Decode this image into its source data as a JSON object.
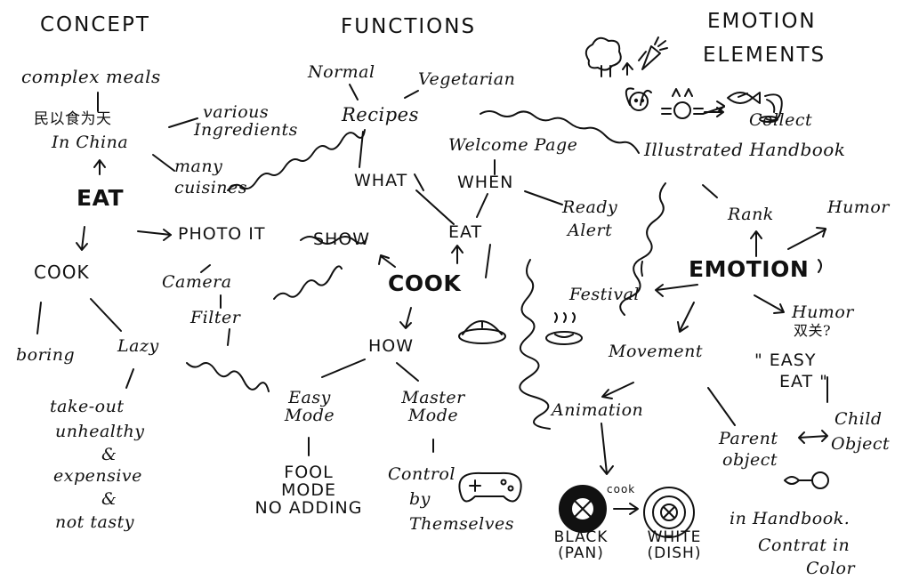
{
  "headers": {
    "concept": "CONCEPT",
    "functions": "FUNCTIONS",
    "emotion_elements_1": "EMOTION",
    "emotion_elements_2": "ELEMENTS"
  },
  "concept": {
    "complex_meals": "complex meals",
    "chinese_proverb": "民以食为天",
    "in_china": "In China",
    "various": "various",
    "ingredients": "Ingredients",
    "many": "many",
    "cuisines": "cuisines",
    "eat": "EAT",
    "cook": "COOK",
    "boring": "boring",
    "lazy": "Lazy",
    "takeout_1": "take-out",
    "takeout_2": "unhealthy",
    "takeout_3": "&",
    "takeout_4": "expensive",
    "takeout_5": "&",
    "takeout_6": "not tasty",
    "photo_it": "PHOTO IT",
    "camera": "Camera",
    "filter": "Filter"
  },
  "functions": {
    "normal": "Normal",
    "vegetarian": "Vegetarian",
    "recipes": "Recipes",
    "what": "WHAT",
    "welcome_page": "Welcome Page",
    "when": "WHEN",
    "ready_alert_1": "Ready",
    "ready_alert_2": "Alert",
    "show": "SHOW",
    "eat": "EAT",
    "cook": "COOK",
    "how": "HOW",
    "easy_mode_1": "Easy",
    "easy_mode_2": "Mode",
    "master_mode_1": "Master",
    "master_mode_2": "Mode",
    "fool_mode_1": "FOOL",
    "fool_mode_2": "MODE",
    "fool_mode_3": "NO ADDING",
    "control_1": "Control",
    "control_2": "by",
    "control_3": "Themselves"
  },
  "emotion": {
    "collect": "Collect",
    "illustrated_handbook": "Illustrated Handbook",
    "rank": "Rank",
    "humor_top": "Humor",
    "emotion": "EMOTION",
    "festival": "Festival",
    "humor_right": "Humor",
    "humor_cn": "双关?",
    "easy_eat_1": "\" EASY",
    "easy_eat_2": "EAT \"",
    "movement": "Movement",
    "animation": "Animation",
    "parent_object_1": "Parent",
    "parent_object_2": "object",
    "child_object_1": "Child",
    "child_object_2": "Object",
    "black_1": "BLACK",
    "black_2": "(PAN)",
    "cook_small": "cook",
    "white_1": "WHITE",
    "white_2": "(DISH)",
    "in_handbook": "in Handbook.",
    "contrast_1": "Contrat in",
    "contrast_2": "Color"
  },
  "colors": {
    "ink": "#111111",
    "paper": "#ffffff"
  }
}
